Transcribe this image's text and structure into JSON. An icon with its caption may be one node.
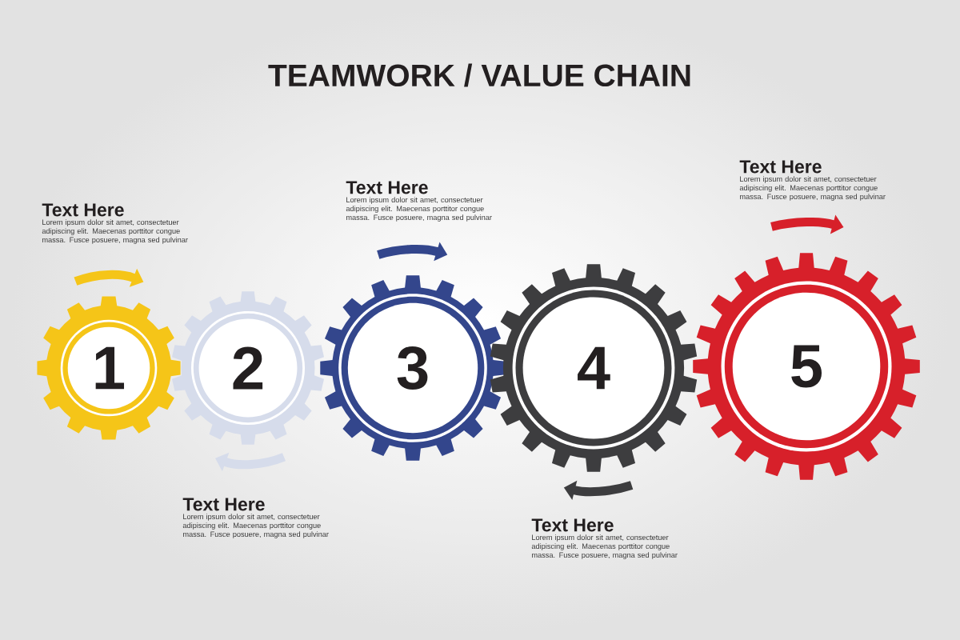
{
  "diagram": {
    "title": "TEAMWORK / VALUE CHAIN",
    "nodes": [
      {
        "text": [
          "1"
        ],
        "beside": [
          "Text Here",
          "Lorem ipsum dolor sit amet, consectetuer adipiscing elit. Maecenas porttitor congue massa. Fusce posuere, magna sed pulvinar"
        ]
      },
      {
        "text": [
          "2"
        ],
        "beside": [
          "Text Here",
          "Lorem ipsum dolor sit amet, consectetuer adipiscing elit. Maecenas porttitor congue massa. Fusce posuere, magna sed pulvinar"
        ]
      },
      {
        "text": [
          "3"
        ],
        "beside": [
          "Text Here",
          "Lorem ipsum dolor sit amet, consectetuer adipiscing elit. Maecenas porttitor congue massa. Fusce posuere, magna sed pulvinar"
        ]
      },
      {
        "text": [
          "4"
        ],
        "beside": [
          "Text Here",
          "Lorem ipsum dolor sit amet, consectetuer adipiscing elit. Maecenas porttitor congue massa. Fusce posuere, magna sed pulvinar"
        ]
      },
      {
        "text": [
          "5"
        ],
        "beside": [
          "Text Here",
          "Lorem ipsum dolor sit amet, consectetuer adipiscing elit. Maecenas porttitor congue massa. Fusce posuere, magna sed pulvinar"
        ]
      }
    ]
  }
}
